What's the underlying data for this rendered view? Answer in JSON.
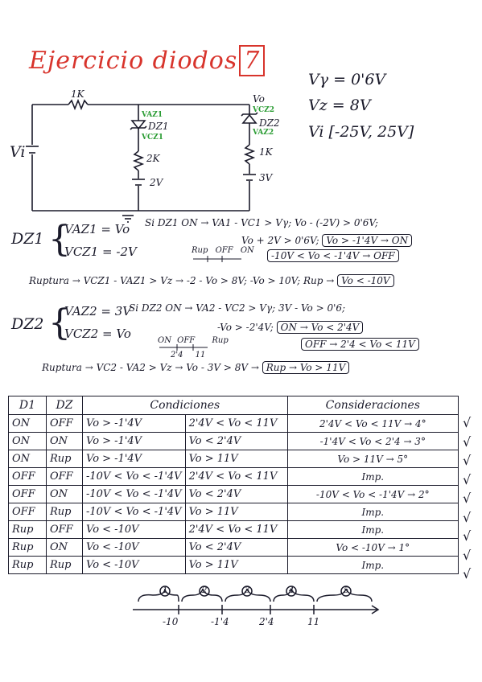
{
  "title": "Ejercicio diodos",
  "title_number": "7",
  "params": [
    "Vγ = 0'6V",
    "Vz = 8V",
    "Vi [-25V, 25V]"
  ],
  "circuit": {
    "resistor_top": "1K",
    "resistor_left": "2K",
    "resistor_right": "1K",
    "source_left": "Vi",
    "source_mid": "2V",
    "source_right": "3V",
    "output": "Vo",
    "dz1": "DZ1",
    "dz2": "DZ2",
    "vaz1": "VAZ1",
    "vcz1": "VCZ1",
    "vcz2": "VCZ2",
    "vaz2": "VAZ2"
  },
  "dz1": {
    "label": "DZ1",
    "eq1": "VAZ1 = Vo",
    "eq2": "VCZ1 = -2V",
    "cond_line1": "Si DZ1 ON → VA1 - VC1 > Vγ; Vo - (-2V) > 0'6V;",
    "cond_line2a": "Vo + 2V > 0'6V;",
    "cond_box1": "Vo > -1'4V → ON",
    "cond_box2": "-10V < Vo < -1'4V → OFF",
    "rupture": "Ruptura → VCZ1 - VAZ1 > Vz → -2 - Vo > 8V; -Vo > 10V; Rup →",
    "rupture_box": "Vo < -10V",
    "axis_labels": [
      "Rup",
      "OFF",
      "ON"
    ]
  },
  "dz2": {
    "label": "DZ2",
    "eq1": "VAZ2 = 3V",
    "eq2": "VCZ2 = Vo",
    "cond_line1": "Si DZ2 ON → VA2 - VC2 > Vγ; 3V - Vo > 0'6;",
    "cond_line2a": "-Vo > -2'4V;",
    "cond_box1": "ON → Vo < 2'4V",
    "cond_box2": "OFF → 2'4 < Vo < 11V",
    "rupture": "Ruptura → VC2 - VA2 > Vz → Vo - 3V > 8V →",
    "rupture_box": "Rup → Vo > 11V",
    "axis_labels": [
      "ON",
      "OFF",
      "Rup"
    ],
    "axis_ticks": [
      "2'4",
      "11"
    ]
  },
  "table": {
    "headers": [
      "D1",
      "DZ",
      "Condiciones",
      "",
      "Consideraciones"
    ],
    "rows": [
      [
        "ON",
        "OFF",
        "Vo > -1'4V",
        "2'4V < Vo < 11V",
        "2'4V < Vo < 11V → 4°",
        "√"
      ],
      [
        "ON",
        "ON",
        "Vo > -1'4V",
        "Vo < 2'4V",
        "-1'4V < Vo < 2'4 → 3°",
        "√"
      ],
      [
        "ON",
        "Rup",
        "Vo > -1'4V",
        "Vo > 11V",
        "Vo > 11V → 5°",
        "√"
      ],
      [
        "OFF",
        "OFF",
        "-10V < Vo < -1'4V",
        "2'4V < Vo < 11V",
        "Imp.",
        "√"
      ],
      [
        "OFF",
        "ON",
        "-10V < Vo < -1'4V",
        "Vo < 2'4V",
        "-10V < Vo < -1'4V → 2°",
        "√"
      ],
      [
        "OFF",
        "Rup",
        "-10V < Vo < -1'4V",
        "Vo > 11V",
        "Imp.",
        "√"
      ],
      [
        "Rup",
        "OFF",
        "Vo < -10V",
        "2'4V < Vo < 11V",
        "Imp.",
        "√"
      ],
      [
        "Rup",
        "ON",
        "Vo < -10V",
        "Vo < 2'4V",
        "Vo < -10V → 1°",
        "√"
      ],
      [
        "Rup",
        "Rup",
        "Vo < -10V",
        "Vo > 11V",
        "Imp.",
        "√"
      ]
    ]
  },
  "number_line": {
    "regions": [
      "1",
      "2",
      "3",
      "4",
      "5"
    ],
    "ticks": [
      "-10",
      "-1'4",
      "2'4",
      "11"
    ]
  }
}
